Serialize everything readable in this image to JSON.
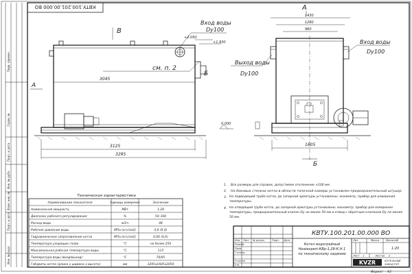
{
  "header": {
    "stamp_code": "КВТУ.100.201.00.000 ВО"
  },
  "front_view": {
    "view_label": "В",
    "section_a_label": "А",
    "side_label": "Б",
    "water_in_label": "Вход воды",
    "water_in_dn": "Dy100",
    "elevation_top": "+2.050",
    "elevation_top2": "+1.930",
    "elevation_base": "0.000",
    "note_callout": "см. п. 2",
    "dim_3045": "3045",
    "dim_3125": "3125",
    "dim_3295": "3295"
  },
  "side_view": {
    "view_label": "А",
    "side_label": "Б",
    "water_in_label": "Вход воды",
    "water_in_dn": "Dy100",
    "water_out_label": "Выход воды",
    "water_out_dn": "Dy100",
    "dim_1430": "1430",
    "dim_1260": "1260",
    "dim_960": "960",
    "dim_1605": "1605"
  },
  "spec_table": {
    "title": "Техническая характеристика",
    "columns": [
      "Наименование показателя",
      "Единицы измерения",
      "Значение"
    ],
    "rows": [
      [
        "Номинальная мощность",
        "МВт",
        "1,28"
      ],
      [
        "Диапазон рабочего регулирования",
        "%",
        "50–100"
      ],
      [
        "Расход воды",
        "м3/ч",
        "44"
      ],
      [
        "Рабочее давление воды",
        "МПа (кгс/см2)",
        "0,6 (6,0)"
      ],
      [
        "Гидравлическое сопротивление котла",
        "МПа (кгс/см2)",
        "0,06 (0,6)"
      ],
      [
        "Температура уходящих газов",
        "°С",
        "не более 250"
      ],
      [
        "Максимальная рабочая температура воды",
        "°С",
        "115"
      ],
      [
        "Температура воды (вход/выход)",
        "°С",
        "70/95"
      ],
      [
        "Габариты котла (длина х ширина х высота)",
        "мм",
        "3295х1605х2050"
      ]
    ]
  },
  "notes": [
    "Все размеры для справок, допустимое отклонение ±100 мм.",
    "На боковых стенках котла в области топочной камеры установлен предохранительный штуцер.",
    "На подводящей трубе котла, до запорной арматуры установлены: манометр, прибор для измерения температуры.",
    "На отводящей трубе котла, до запорной арматуры установлены: манометр, прибор для измерения температуры, предохранительный клапан Dy не менее 50 мм и отвод с обратным клапаном Dy не менее 50 мм."
  ],
  "title_block": {
    "doc_code": "КВТУ.100.201.00.000 ВО",
    "product_name_1": "Котел водогрейный",
    "product_name_2": "Heatexpert-КВр-1,28-К.Н.1",
    "product_name_3": "по техническому заданию",
    "col_change": "Изм",
    "col_sheet": "Лист",
    "col_doc": "№ докум.",
    "col_sign": "Подп.",
    "col_date": "Дата",
    "row_developed": "Разраб.",
    "row_checked": "Пров.",
    "row_tcontrol": "Т.контр.",
    "row_ncontrol": "Н.контр.",
    "row_approved": "Утв.",
    "lit_label": "Лит.",
    "mass_label": "Масса",
    "scale_label": "Масштаб",
    "scale_value": "1:20",
    "sheet_label": "Лист",
    "sheet_value": "1",
    "sheets_label": "Листов",
    "sheets_value": "2",
    "company_logo": "KVZR",
    "company_name_1": "КОТЕЛЬНЫЙ",
    "company_name_2": "ЗАВОД РЗП",
    "format_label": "Формат",
    "format_value": "А3"
  },
  "left_margin": {
    "labels": [
      "Перв. примен.",
      "Справ. №",
      "Подп. и дата",
      "Инв. № дубл.",
      "Взам. инв. №",
      "Подп. и дата",
      "Инв. № подл."
    ]
  }
}
